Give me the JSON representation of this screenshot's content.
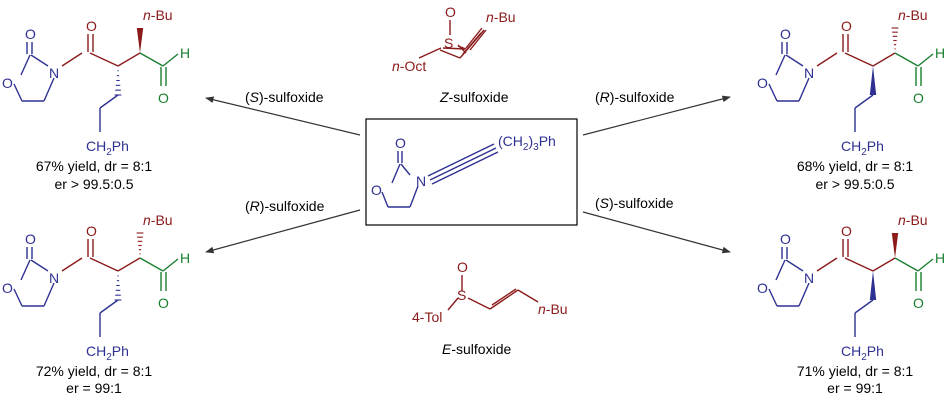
{
  "colors": {
    "scaffold": "#2e3192",
    "side_chain": "#8b1a1a",
    "aldehyde": "#1a7f2e",
    "bond": "#000000",
    "arrow": "#333333"
  },
  "atoms": {
    "O": "O",
    "N": "N",
    "H": "H",
    "S": "S",
    "n_prefix": "n",
    "bu": "-Bu",
    "oct": "-Oct",
    "tol": "4-Tol",
    "ch2": "CH",
    "ph": "Ph",
    "sub2": "2",
    "sub3": "3",
    "ch2_3_open": "(CH",
    "ch2_3_close": ")",
    "ch2_3_ph": "Ph"
  },
  "labels": {
    "z_sulfoxide": {
      "letter": "Z",
      "rest": "-sulfoxide"
    },
    "e_sulfoxide": {
      "letter": "E",
      "rest": "-sulfoxide"
    },
    "arrow_top_left": {
      "open": "(",
      "letter": "S",
      "rest": ")-sulfoxide"
    },
    "arrow_bottom_left": {
      "open": "(",
      "letter": "R",
      "rest": ")-sulfoxide"
    },
    "arrow_top_right": {
      "open": "(",
      "letter": "R",
      "rest": ")-sulfoxide"
    },
    "arrow_bottom_right": {
      "open": "(",
      "letter": "S",
      "rest": ")-sulfoxide"
    }
  },
  "products": {
    "top_left": {
      "yield": "67% yield, dr = 8:1",
      "er": "er > 99.5:0.5"
    },
    "bottom_left": {
      "yield": "72% yield, dr = 8:1",
      "er": "er = 99:1"
    },
    "top_right": {
      "yield": "68% yield, dr = 8:1",
      "er": "er > 99.5:0.5"
    },
    "bottom_right": {
      "yield": "71% yield, dr = 8:1",
      "er": "er = 99:1"
    }
  }
}
